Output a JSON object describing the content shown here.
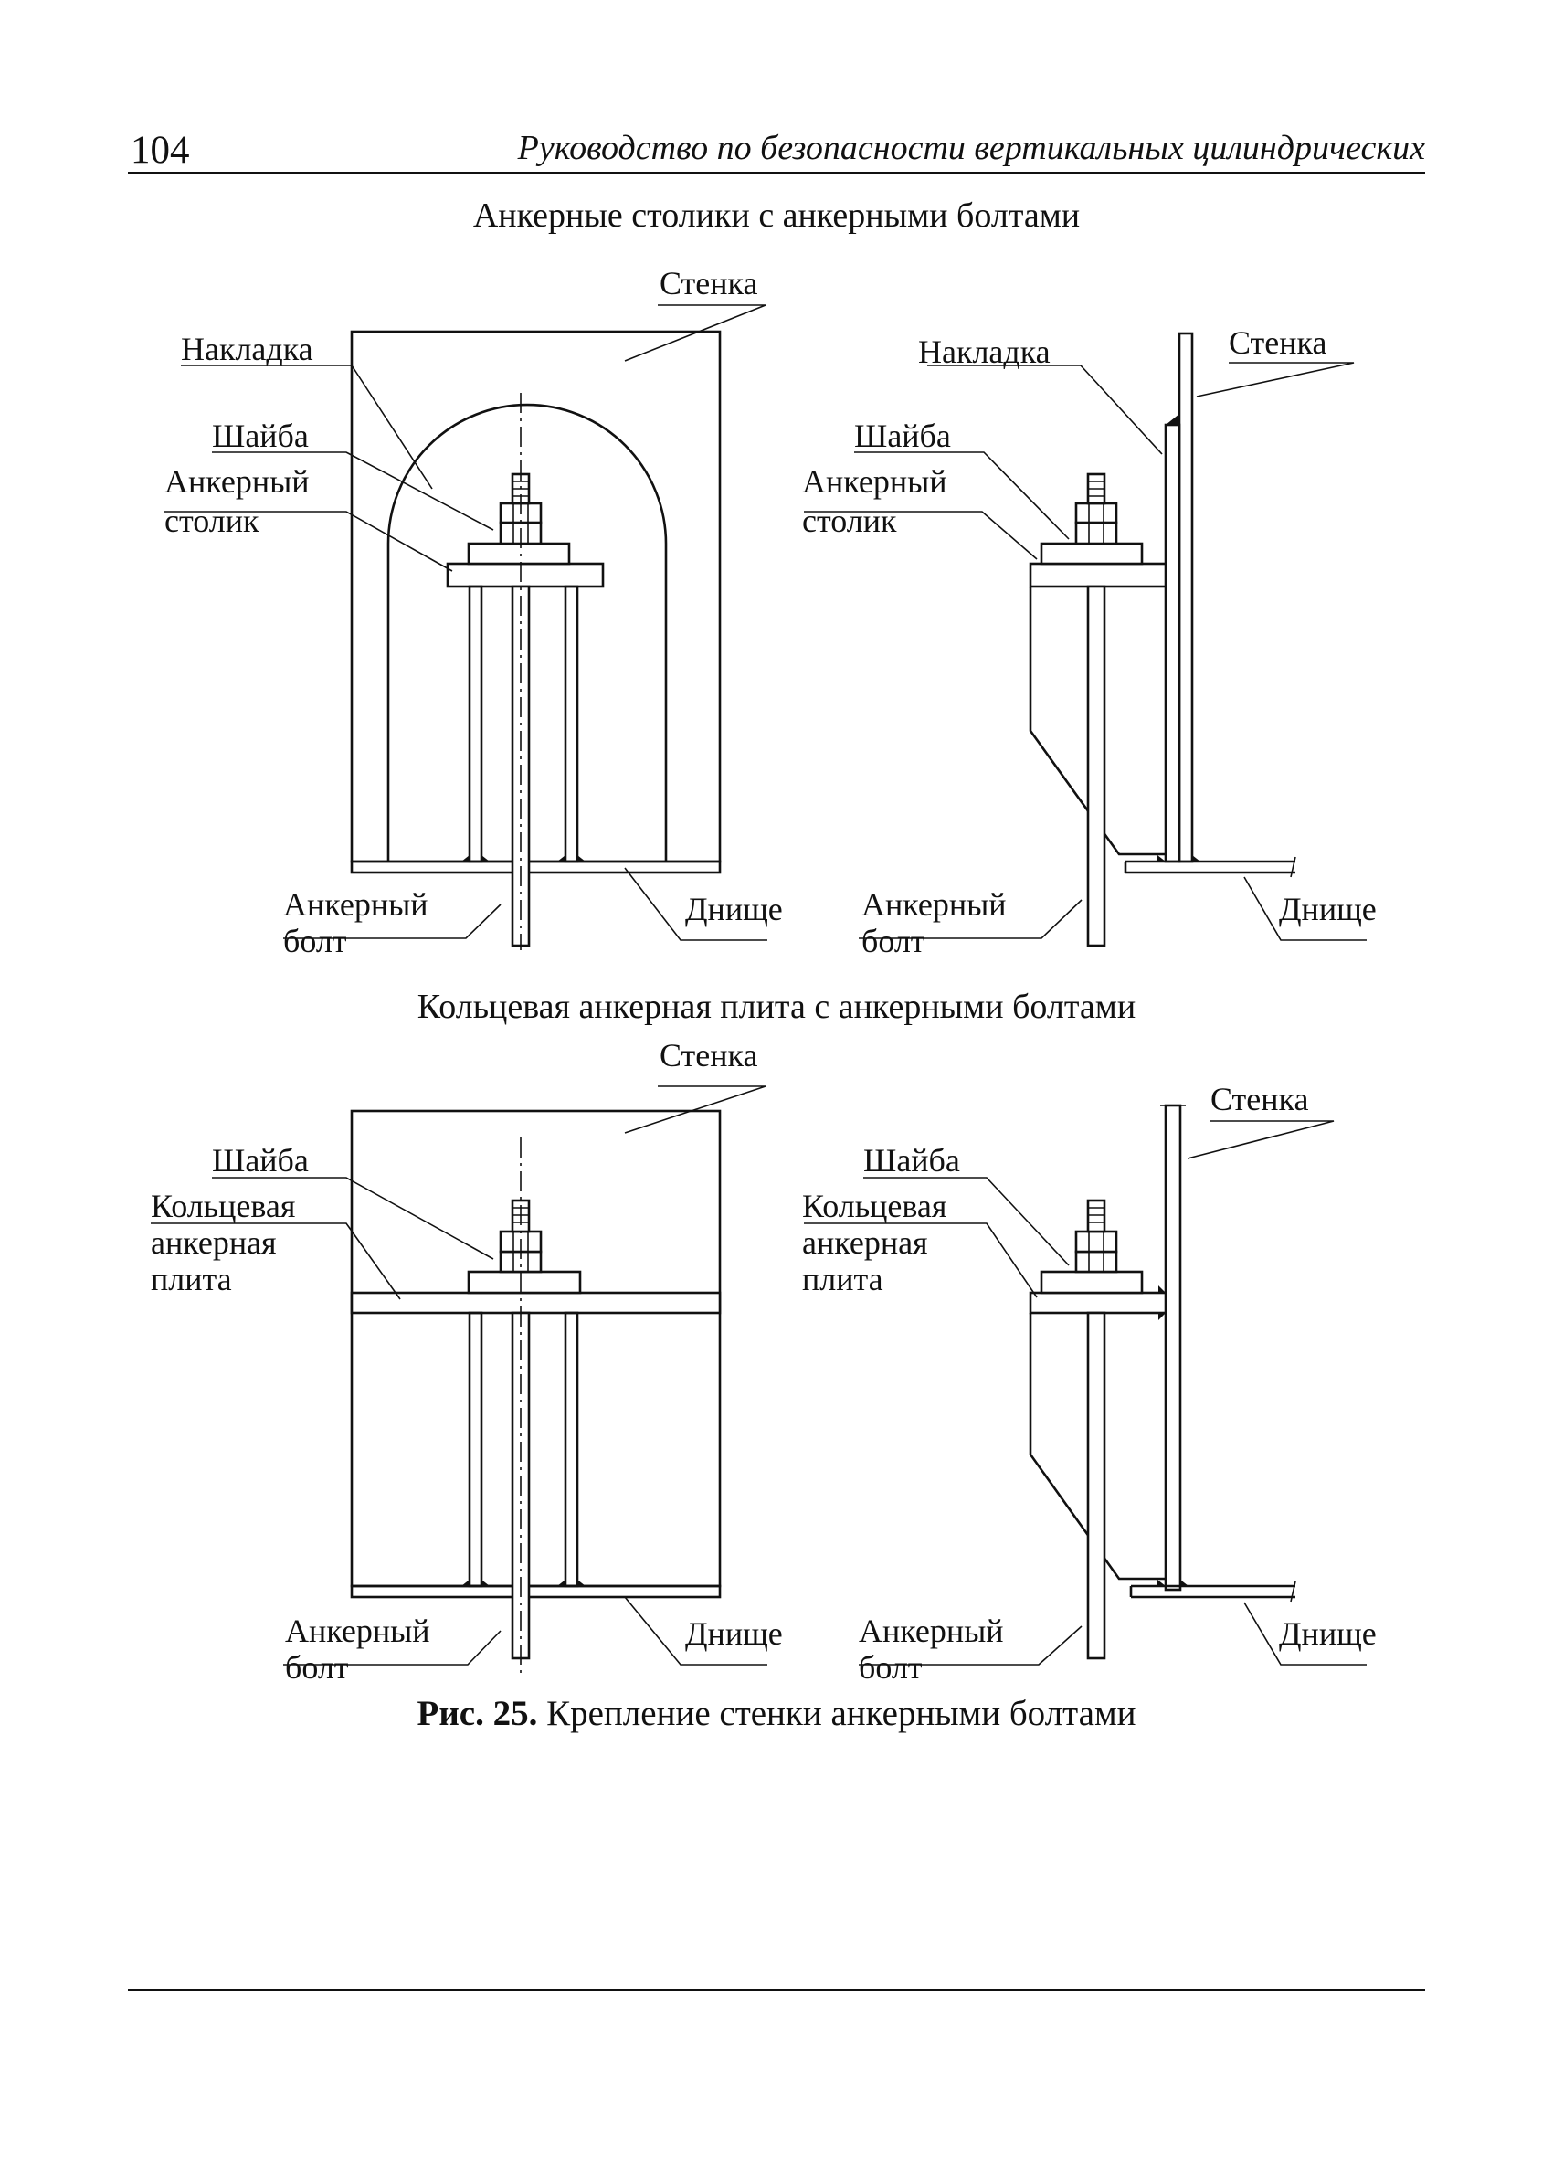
{
  "header": {
    "page_number": "104",
    "running_title": "Руководство по безопасности вертикальных цилиндрических"
  },
  "section_top": {
    "heading": "Анкерные столики с анкерными болтами",
    "front": {
      "wall": "Стенка",
      "overlay": "Накладка",
      "washer": "Шайба",
      "table_line1": "Анкерный",
      "table_line2": "столик",
      "bolt_line1": "Анкерный",
      "bolt_line2": "болт",
      "bottom": "Днище"
    },
    "side": {
      "overlay": "Накладка",
      "wall": "Стенка",
      "washer": "Шайба",
      "table_line1": "Анкерный",
      "table_line2": "столик",
      "bolt_line1": "Анкерный",
      "bolt_line2": "болт",
      "bottom": "Днище"
    }
  },
  "section_bottom": {
    "heading": "Кольцевая анкерная плита с анкерными болтами",
    "front": {
      "wall": "Стенка",
      "washer": "Шайба",
      "plate_line1": "Кольцевая",
      "plate_line2": "анкерная",
      "plate_line3": "плита",
      "bolt_line1": "Анкерный",
      "bolt_line2": "болт",
      "bottom": "Днище"
    },
    "side": {
      "wall": "Стенка",
      "washer": "Шайба",
      "plate_line1": "Кольцевая",
      "plate_line2": "анкерная",
      "plate_line3": "плита",
      "bolt_line1": "Анкерный",
      "bolt_line2": "болт",
      "bottom": "Днище"
    }
  },
  "caption": {
    "label": "Рис. 25.",
    "text": "Крепление стенки анкерными болтами"
  }
}
